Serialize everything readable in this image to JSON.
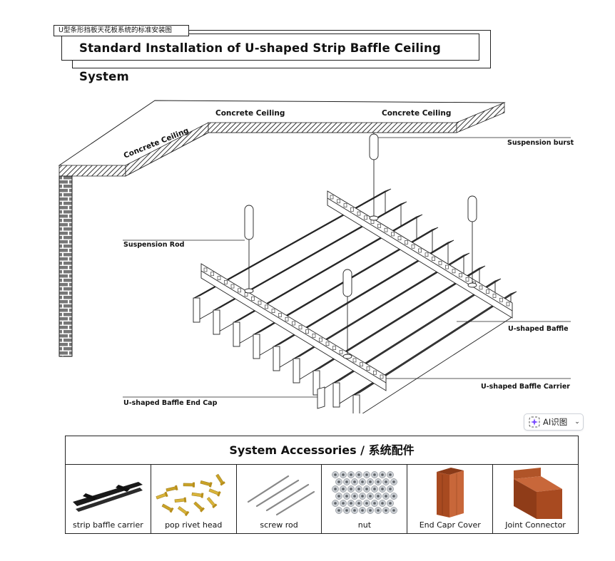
{
  "header": {
    "tag": "U型条形挡板天花板系统的标准安装图",
    "title": "Standard Installation of U-shaped Strip Baffle Ceiling System"
  },
  "diagram": {
    "labels": {
      "concrete_left": "Concrete Ceiling",
      "concrete_mid": "Concrete Ceiling",
      "concrete_right": "Concrete Ceiling",
      "suspension_burst": "Suspension burst",
      "suspension_rod": "Suspension Rod",
      "baffle": "U-shaped Baffle",
      "carrier": "U-shaped Baffle Carrier",
      "end_cap": "U-shaped Baffle End Cap"
    }
  },
  "ai_button": {
    "label": "AI识图",
    "icon": "sparkle-icon"
  },
  "accessories": {
    "heading": "System Accessories / 系统配件",
    "items": [
      {
        "label": "strip baffle carrier"
      },
      {
        "label": "pop rivet head"
      },
      {
        "label": "screw rod"
      },
      {
        "label": "nut"
      },
      {
        "label": "End Capr Cover"
      },
      {
        "label": "Joint Connector"
      }
    ]
  },
  "colors": {
    "wood": "#a84a20",
    "wood_light": "#c8673a",
    "ink": "#111111"
  }
}
